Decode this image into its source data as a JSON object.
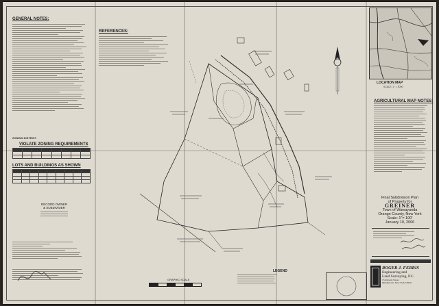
{
  "notes": {
    "general_title": "GENERAL NOTES:",
    "references_title": "REFERENCES:",
    "agricultural_title": "AGRICULTURAL MAP NOTES:"
  },
  "zoning": {
    "district_label": "ZONING DISTRICT",
    "requirements_title": "VIOLATE ZONING REQUIREMENTS",
    "lots_title": "LOTS AND BUILDINGS AS SHOWN"
  },
  "record_owner": {
    "line1": "RECORD OWNER",
    "line2": "& SUBDIVIDER"
  },
  "location_map": {
    "title": "LOCATION MAP",
    "scale": "SCALE: 1\" = 2000'"
  },
  "title_block": {
    "line1": "Final Subdivision Plan",
    "line2": "of Property for",
    "owner": "GREINER",
    "town": "Town of Wawayanda",
    "county": "Orange County, New York",
    "scale": "Scale: 1\"= 100'",
    "date": "January 10, 2006"
  },
  "surveyor": {
    "name": "ROGER J. FERRIS",
    "line1": "Engineering and",
    "line2": "Land Surveying, P.C.",
    "address1": "15 Roberts Street",
    "address2": "Middletown, New York 10940"
  },
  "graphic_scale_label": "GRAPHIC SCALE",
  "legend_title": "LEGEND"
}
